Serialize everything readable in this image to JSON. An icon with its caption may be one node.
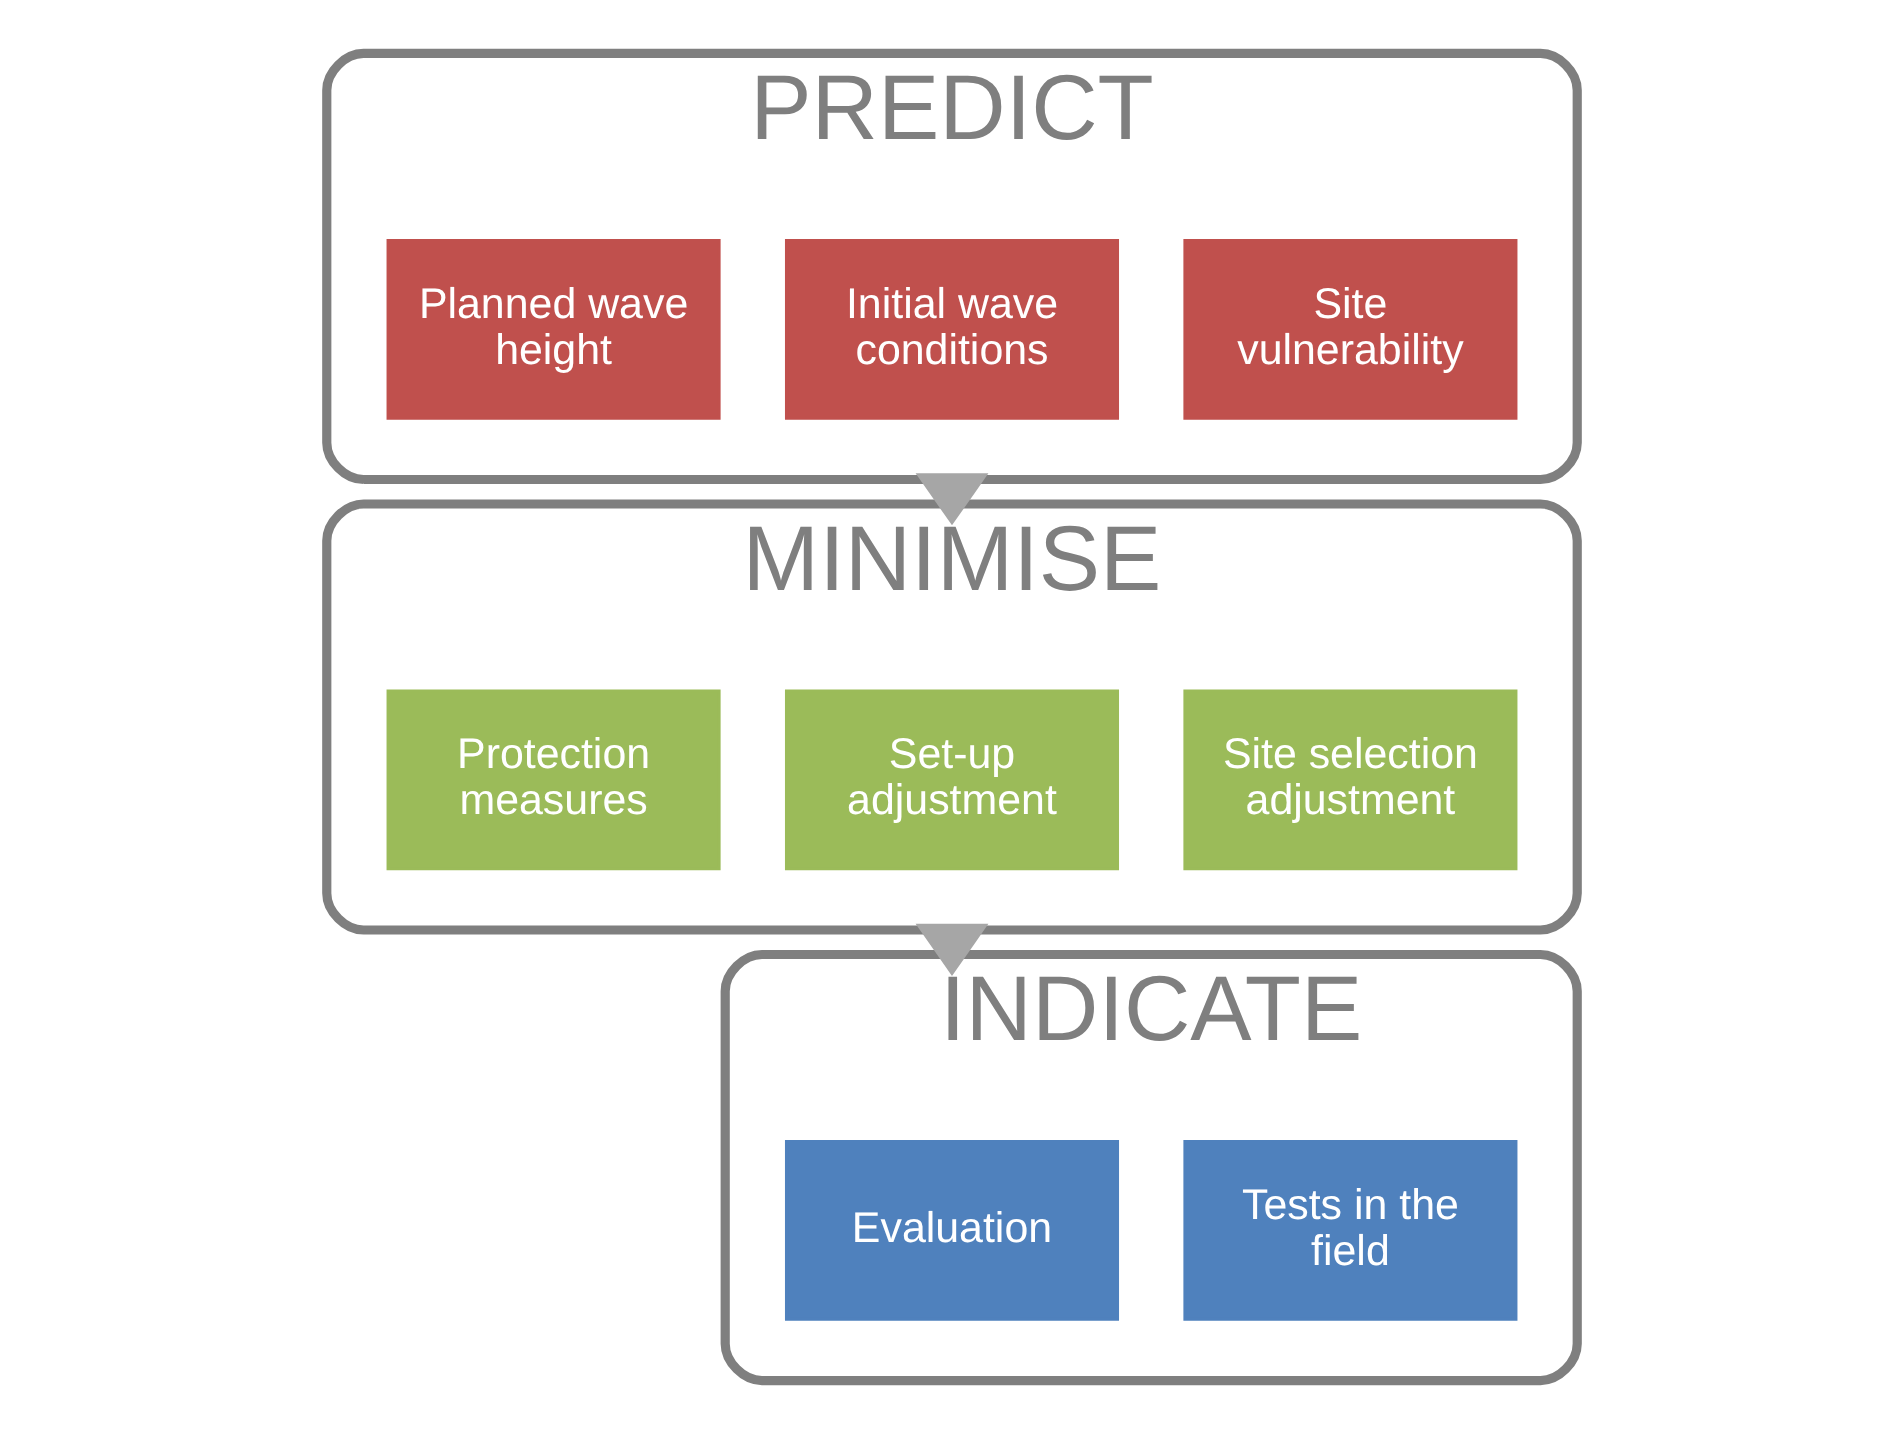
{
  "diagram": {
    "nodes": [
      {
        "text": [
          "PREDICT"
        ]
      },
      {
        "text": [
          "Site vulnerability"
        ],
        "in": 0
      },
      {
        "text": [
          "Initial wave conditions"
        ],
        "in": 0
      },
      {
        "text": [
          "Planned wave height"
        ],
        "in": 0
      },
      {
        "text": [
          "MINIMISE"
        ]
      },
      {
        "text": [
          "Site selection adjustment"
        ],
        "in": 4
      },
      {
        "text": [
          "Set-up adjustment"
        ],
        "in": 4
      },
      {
        "text": [
          "Protection measures"
        ],
        "in": 4
      },
      {
        "text": [
          "INDICATE"
        ]
      },
      {
        "text": [
          "Tests in the field"
        ],
        "in": 8
      },
      {
        "text": [
          "Evaluation"
        ],
        "in": 8
      }
    ],
    "edges": [
      {
        "from": 0,
        "to": 4,
        "arrow": "to"
      },
      {
        "from": 4,
        "to": 8,
        "arrow": "to"
      }
    ]
  }
}
